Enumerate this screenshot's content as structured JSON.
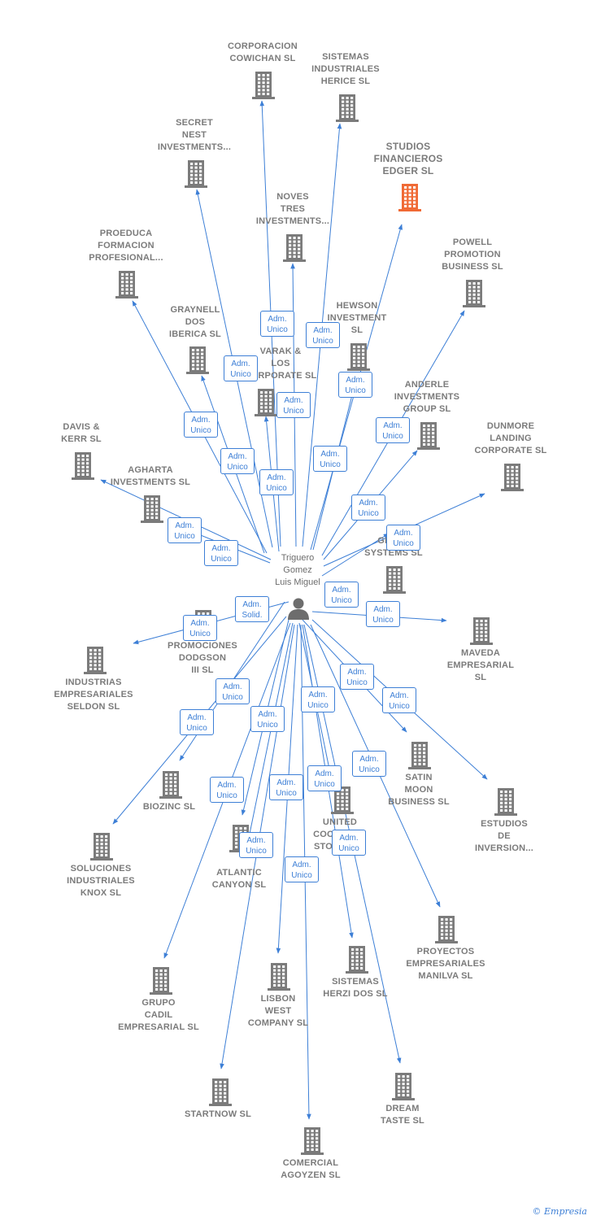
{
  "colors": {
    "edge": "#3d7fd6",
    "building": "#7b7b7b",
    "building_focus": "#f06a35",
    "person": "#6d6d6d"
  },
  "person": {
    "name_lines": [
      "Triguero",
      "Gomez",
      "Luis Miguel"
    ],
    "icon": "person-icon"
  },
  "credit": {
    "symbol": "©",
    "brand": "Empresia"
  },
  "nodes": [
    {
      "name": [
        "CORPORACION",
        "COWICHAN SL"
      ],
      "focus": false
    },
    {
      "name": [
        "SISTEMAS",
        "INDUSTRIALES",
        "HERICE  SL"
      ],
      "focus": false
    },
    {
      "name": [
        "SECRET",
        "NEST",
        "INVESTMENTS..."
      ],
      "focus": false
    },
    {
      "name": [
        "STUDIOS",
        "FINANCIEROS",
        "EDGER  SL"
      ],
      "focus": true
    },
    {
      "name": [
        "NOVES",
        "TRES",
        "INVESTMENTS..."
      ],
      "focus": false
    },
    {
      "name": [
        "PROEDUCA",
        "FORMACION",
        "PROFESIONAL..."
      ],
      "focus": false
    },
    {
      "name": [
        "POWELL",
        "PROMOTION",
        "BUSINESS  SL"
      ],
      "focus": false
    },
    {
      "name": [
        "GRAYNELL",
        "DOS",
        "IBERICA  SL"
      ],
      "focus": false
    },
    {
      "name": [
        "HEWSON",
        "INVESTMENT",
        "SL"
      ],
      "focus": false
    },
    {
      "name": [
        "VARAK &",
        "LOS",
        "CORPORATE SL"
      ],
      "focus": false
    },
    {
      "name": [
        "ANDERLE",
        "INVESTMENTS",
        "GROUP SL"
      ],
      "focus": false
    },
    {
      "name": [
        "DAVIS &",
        "KERR SL"
      ],
      "focus": false
    },
    {
      "name": [
        "DUNMORE",
        "LANDING",
        "CORPORATE SL"
      ],
      "focus": false
    },
    {
      "name": [
        "AGHARTA",
        "INVESTMENTS SL"
      ],
      "focus": false
    },
    {
      "name": [
        "GLADE",
        "SYSTEMS SL"
      ],
      "focus": false
    },
    {
      "name": [
        "PROMOCIONES",
        "DODGSON",
        "III SL"
      ],
      "focus": false
    },
    {
      "name": [
        "MAVEDA",
        "EMPRESARIAL",
        "SL"
      ],
      "focus": false
    },
    {
      "name": [
        "INDUSTRIAS",
        "EMPRESARIALES",
        "SELDON SL"
      ],
      "focus": false
    },
    {
      "name": [
        "SATIN",
        "MOON",
        "BUSINESS SL"
      ],
      "focus": false
    },
    {
      "name": [
        "BIOZINC SL"
      ],
      "focus": false
    },
    {
      "name": [
        "ESTUDIOS",
        "DE",
        "INVERSION..."
      ],
      "focus": false
    },
    {
      "name": [
        "UNITED",
        "COCKBURN",
        "STORES SL"
      ],
      "focus": false
    },
    {
      "name": [
        "SOLUCIONES",
        "INDUSTRIALES",
        "KNOX SL"
      ],
      "focus": false
    },
    {
      "name": [
        "ATLANTIC",
        "CANYON SL"
      ],
      "focus": false
    },
    {
      "name": [
        "PROYECTOS",
        "EMPRESARIALES",
        "MANILVA SL"
      ],
      "focus": false
    },
    {
      "name": [
        "SISTEMAS",
        "HERZI DOS SL"
      ],
      "focus": false
    },
    {
      "name": [
        "GRUPO",
        "CADIL",
        "EMPRESARIAL SL"
      ],
      "focus": false
    },
    {
      "name": [
        "LISBON",
        "WEST",
        "COMPANY  SL"
      ],
      "focus": false
    },
    {
      "name": [
        "STARTNOW SL"
      ],
      "focus": false
    },
    {
      "name": [
        "DREAM",
        "TASTE SL"
      ],
      "focus": false
    },
    {
      "name": [
        "COMERCIAL",
        "AGOYZEN SL"
      ],
      "focus": false
    }
  ],
  "edges": [
    {
      "label": [
        "Adm.",
        "Unico"
      ]
    },
    {
      "label": [
        "Adm.",
        "Unico"
      ]
    },
    {
      "label": [
        "Adm.",
        "Unico"
      ]
    },
    {
      "label": [
        "Adm.",
        "Unico"
      ]
    },
    {
      "label": [
        "Adm.",
        "Unico"
      ]
    },
    {
      "label": [
        "Adm.",
        "Unico"
      ]
    },
    {
      "label": [
        "Adm.",
        "Unico"
      ]
    },
    {
      "label": [
        "Adm.",
        "Unico"
      ]
    },
    {
      "label": [
        "Adm.",
        "Unico"
      ]
    },
    {
      "label": [
        "Adm.",
        "Unico"
      ]
    },
    {
      "label": [
        "Adm.",
        "Unico"
      ]
    },
    {
      "label": [
        "Adm.",
        "Unico"
      ]
    },
    {
      "label": [
        "Adm.",
        "Unico"
      ]
    },
    {
      "label": [
        "Adm.",
        "Unico"
      ]
    },
    {
      "label": [
        "Adm.",
        "Unico"
      ]
    },
    {
      "label": [
        "Adm.",
        "Unico"
      ]
    },
    {
      "label": [
        "Adm.",
        "Unico"
      ]
    },
    {
      "label": [
        "Adm.",
        "Solid."
      ]
    },
    {
      "label": [
        "Adm.",
        "Unico"
      ]
    },
    {
      "label": [
        "Adm.",
        "Unico"
      ]
    },
    {
      "label": [
        "Adm.",
        "Unico"
      ]
    },
    {
      "label": [
        "Adm.",
        "Unico"
      ]
    },
    {
      "label": [
        "Adm.",
        "Unico"
      ]
    },
    {
      "label": [
        "Adm.",
        "Unico"
      ]
    },
    {
      "label": [
        "Adm.",
        "Unico"
      ]
    },
    {
      "label": [
        "Adm.",
        "Unico"
      ]
    },
    {
      "label": [
        "Adm.",
        "Unico"
      ]
    },
    {
      "label": [
        "Adm.",
        "Unico"
      ]
    },
    {
      "label": [
        "Adm.",
        "Unico"
      ]
    },
    {
      "label": [
        "Adm.",
        "Unico"
      ]
    },
    {
      "label": [
        "Adm.",
        "Unico"
      ]
    }
  ]
}
